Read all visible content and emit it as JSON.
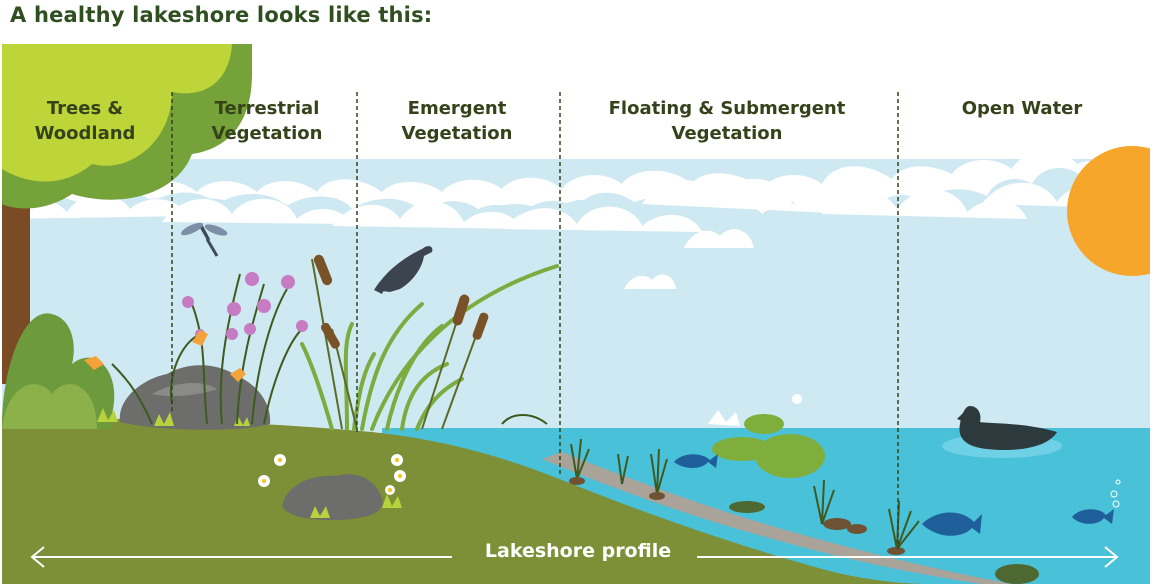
{
  "heading": "A healthy lakeshore looks like this:",
  "zones": [
    {
      "id": "trees",
      "label": "Trees &\nWoodland"
    },
    {
      "id": "terrestrial",
      "label": "Terrestrial\nVegetation"
    },
    {
      "id": "emergent",
      "label": "Emergent\nVegetation"
    },
    {
      "id": "floating",
      "label": "Floating & Submergent\nVegetation"
    },
    {
      "id": "open",
      "label": "Open Water"
    }
  ],
  "profile_label": "Lakeshore profile",
  "colors": {
    "heading": "#2f4f20",
    "zone_label": "#35421a",
    "sky": "#cfe9f2",
    "cloud": "#ffffff",
    "water": "#49c1d9",
    "ground": "#7d8f37",
    "tree_canopy": "#bed53a",
    "tree_dark": "#76a23a",
    "trunk": "#7a4b24",
    "sun": "#f6a62a",
    "rock": "#6d6e6b",
    "fish": "#1f5f9a",
    "bird": "#3c4450",
    "duck": "#2d3a3d",
    "clover": "#c77bc3"
  },
  "icons": [
    "tree-icon",
    "sun-icon",
    "cloud-icon",
    "dragonfly-icon",
    "blackbird-icon",
    "duck-icon",
    "fish-icon",
    "cattail-icon",
    "clover-icon",
    "lily-pad-icon",
    "water-lily-icon",
    "rock-icon",
    "arrow-left-icon",
    "arrow-right-icon"
  ]
}
